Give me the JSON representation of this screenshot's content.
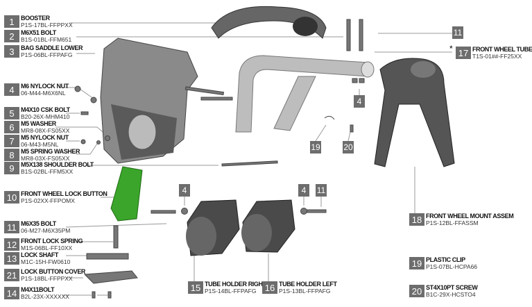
{
  "parts": [
    {
      "num": "1",
      "name": "BOOSTER",
      "code": "P1S-17BL-FFPPXX"
    },
    {
      "num": "2",
      "name": "M6X51 BOLT",
      "code": "B1S-01BL-FFM651"
    },
    {
      "num": "3",
      "name": "BAG SADDLE LOWER",
      "code": "P1S-06BL-FFPAFG"
    },
    {
      "num": "4",
      "name": "M6 NYLOCK NUT",
      "code": "06-M44-M6X6NL"
    },
    {
      "num": "5",
      "name": "M4X10 CSK BOLT",
      "code": "B20-26X-MHM410"
    },
    {
      "num": "6",
      "name": "M5 WASHER",
      "code": "MR8-08X-FS05XX"
    },
    {
      "num": "7",
      "name": "M5 NYLOCK NUT",
      "code": "06-M43-M5NL"
    },
    {
      "num": "8",
      "name": "M5 SPRING WASHER",
      "code": "MR8-03X-FS05XX"
    },
    {
      "num": "9",
      "name": "M5X138 SHOULDER BOLT",
      "code": "B1S-02BL-FFM5XX"
    },
    {
      "num": "10",
      "name": "FRONT WHEEL LOCK BUTTON",
      "code": "P1S-02XX-FFPOMX"
    },
    {
      "num": "11",
      "name": "M6X35 BOLT",
      "code": "06-M27-M6X35PM"
    },
    {
      "num": "12",
      "name": "FRONT LOCK SPRING",
      "code": "M1S-06BL-FF10XX"
    },
    {
      "num": "13",
      "name": "LOCK SHAFT",
      "code": "M1C-15H-FW0610"
    },
    {
      "num": "21",
      "name": "LOCK BUTTON COVER",
      "code": "P1S-18BL-FFPPXX"
    },
    {
      "num": "14",
      "name": "M4X11BOLT",
      "code": "B2L-23X-XXXXXX"
    },
    {
      "num": "15",
      "name": "TUBE HOLDER RIGHT",
      "code": "P1S-14BL-FFPAFG"
    },
    {
      "num": "16",
      "name": "TUBE HOLDER LEFT",
      "code": "P1S-13BL-FFPAFG"
    },
    {
      "num": "17",
      "name": "FRONT WHEEL TUBE",
      "code": "T1S-01##-FF25XX"
    },
    {
      "num": "18",
      "name": "FRONT WHEEL MOUNT ASSEM",
      "code": "P1S-12BL-FFASSM"
    },
    {
      "num": "19",
      "name": "PLASTIC CLIP",
      "code": "P1S-07BL-HCPA66"
    },
    {
      "num": "20",
      "name": "ST4X10PT SCREW",
      "code": "B1C-29X-HCSTO4"
    }
  ],
  "callouts": {
    "c4a": "4",
    "c4b": "4",
    "c4c": "4",
    "c11a": "11",
    "c11b": "11",
    "c19": "19",
    "c20": "20"
  },
  "asterisk": "*",
  "colors": {
    "badge": "#6d6d6d",
    "part": "#4a4a4a",
    "button": "#3aa52a"
  }
}
